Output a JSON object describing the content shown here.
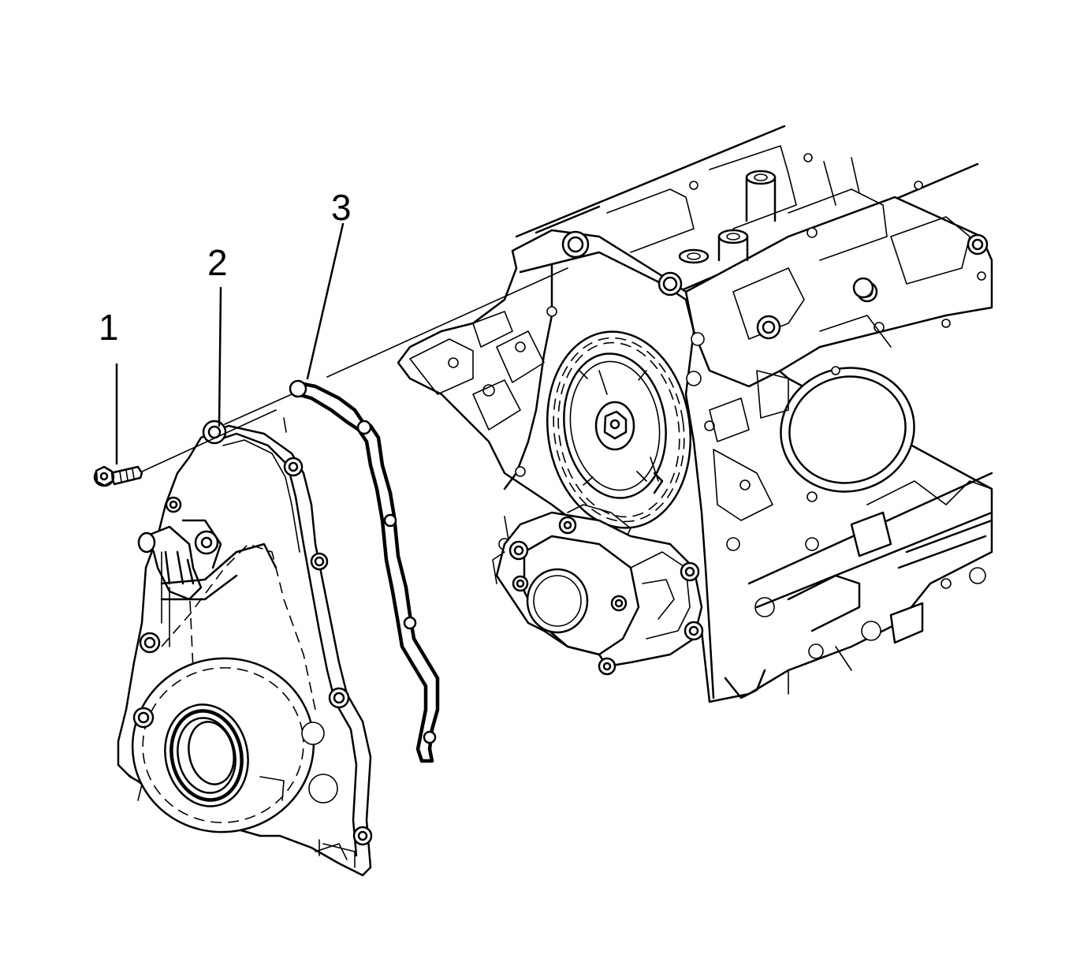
{
  "diagram": {
    "callouts": [
      {
        "label": "1",
        "part": "bolt"
      },
      {
        "label": "2",
        "part": "front-cover"
      },
      {
        "label": "3",
        "part": "gasket"
      }
    ],
    "colors": {
      "line": "#000000",
      "background": "#ffffff"
    }
  }
}
